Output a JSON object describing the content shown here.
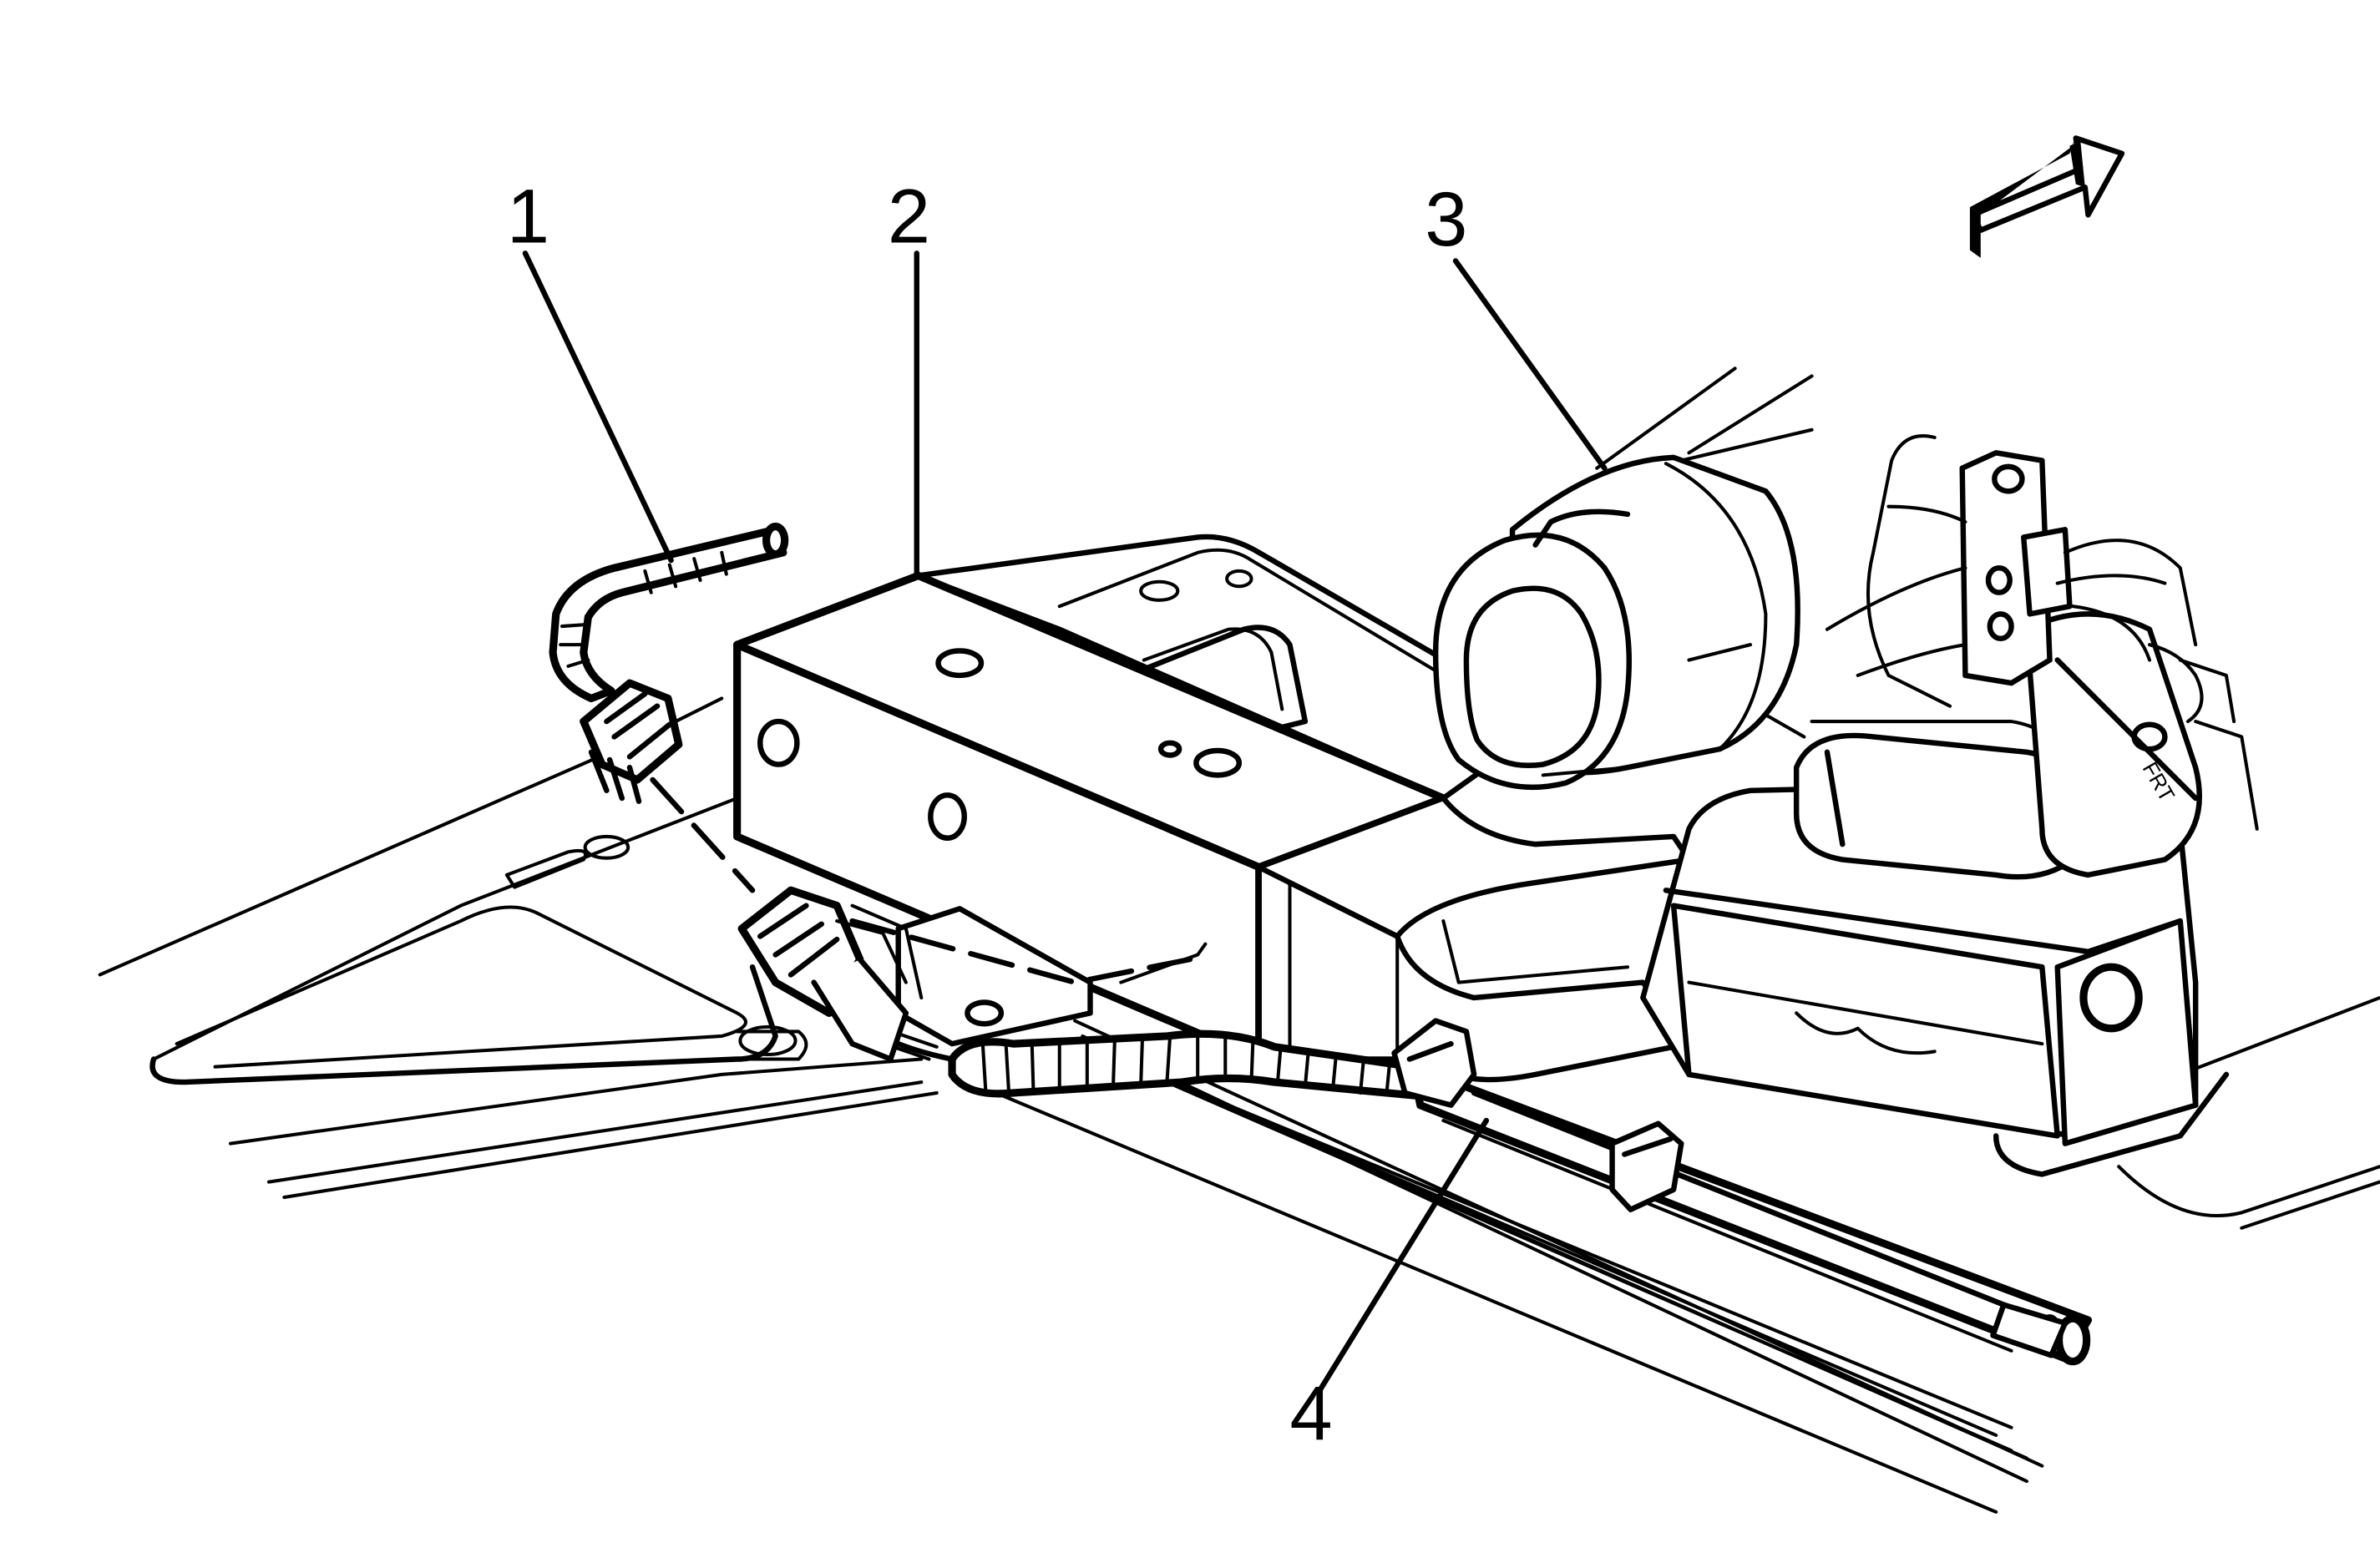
{
  "callouts": [
    {
      "id": "1",
      "label": "1"
    },
    {
      "id": "2",
      "label": "2"
    },
    {
      "id": "3",
      "label": "3"
    },
    {
      "id": "4",
      "label": "4"
    }
  ],
  "orientation_arrow": {
    "icon": "front-direction-arrow-icon"
  },
  "part_marking": {
    "text": "FRT"
  }
}
